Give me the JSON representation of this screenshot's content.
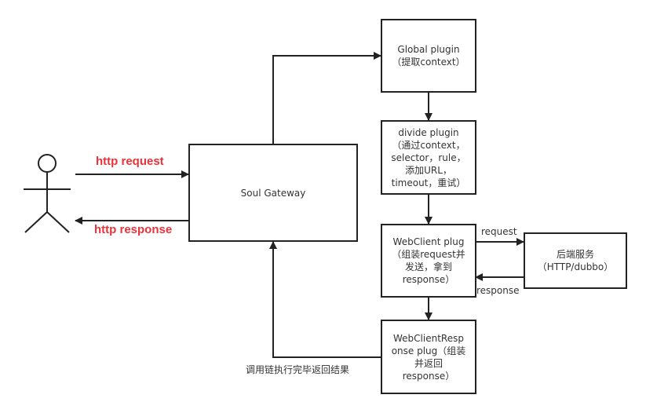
{
  "nodes": {
    "soul_gateway": {
      "label": "Soul Gateway"
    },
    "global_plugin": {
      "lines": [
        "Global plugin",
        "（提取context）"
      ]
    },
    "divide_plugin": {
      "lines": [
        "divide plugin",
        "（通过context，",
        "selector，rule，",
        "添加URL，",
        "timeout，重试）"
      ]
    },
    "webclient_plugin": {
      "lines": [
        "WebClient plug",
        "（组装request并",
        "发送，拿到",
        "response）"
      ]
    },
    "webclient_response_plugin": {
      "lines": [
        "WebClientResp",
        "onse plug（组装",
        "并返回",
        "response）"
      ]
    },
    "backend_service": {
      "lines": [
        "后端服务",
        "（HTTP/dubbo）"
      ]
    }
  },
  "edges": {
    "http_request": "http request",
    "http_response": "http response",
    "request": "request",
    "response": "response",
    "chain_return": "调用链执行完毕返回结果"
  },
  "colors": {
    "red_text": "#e8333a",
    "stroke": "#222222"
  }
}
